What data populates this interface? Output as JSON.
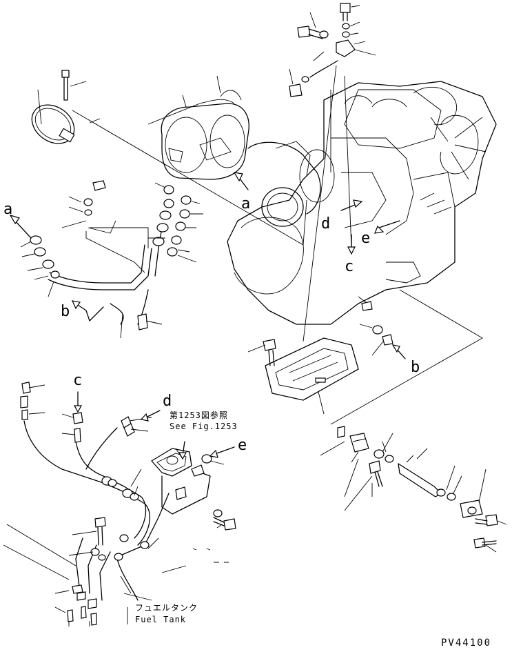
{
  "labels": {
    "a1": "a",
    "a2": "a",
    "b1": "b",
    "b2": "b",
    "c1": "c",
    "c2": "c",
    "d1": "d",
    "d2": "d",
    "e1": "e",
    "e2": "e"
  },
  "reference": {
    "jp": "第1253図参照",
    "en": "See Fig.1253"
  },
  "fuel_tank": {
    "jp": "フュエルタンク",
    "en": "Fuel Tank"
  },
  "drawing_code": "PV44100"
}
